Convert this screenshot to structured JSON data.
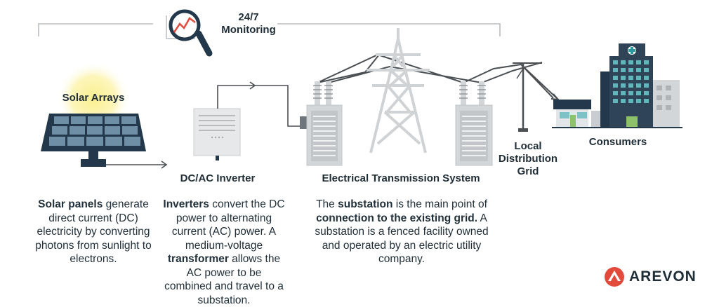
{
  "monitoring": {
    "title_line1": "24/7",
    "title_line2": "Monitoring",
    "icon": "magnifier-chart-icon"
  },
  "solar": {
    "label": "Solar Arrays",
    "desc": {
      "b1": "Solar panels",
      "t1": " generate direct current (DC) electricity by converting photons from sunlight to electrons."
    }
  },
  "inverter": {
    "label": "DC/AC Inverter",
    "desc": {
      "b1": "Inverters",
      "t1": " convert the DC power to alternating current (AC) power. A medium-voltage ",
      "b2": "transformer",
      "t2": " allows the AC power to be combined and travel to a substation."
    }
  },
  "transmission": {
    "label": "Electrical Transmission System",
    "desc": {
      "t0": "The ",
      "b1": "substation",
      "t1": " is the main point of ",
      "b2": "connection to the existing grid.",
      "t2": " A substation is a fenced facility owned and operated by an electric utility company."
    }
  },
  "distribution": {
    "line1": "Local",
    "line2": "Distribution",
    "line3": "Grid"
  },
  "consumers": {
    "label": "Consumers"
  },
  "brand": {
    "name": "AREVON"
  },
  "colors": {
    "navy": "#23384a",
    "teal": "#2b9aa0",
    "gray": "#d3d6d9",
    "line": "#4a4f54",
    "brand_red": "#e24a3b",
    "sun": "#f7e56c"
  }
}
